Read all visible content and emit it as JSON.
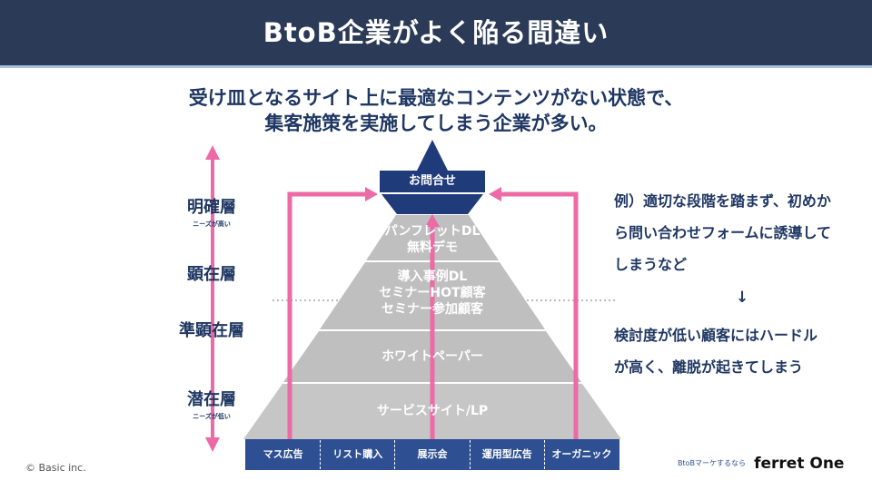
{
  "header": {
    "title": "BtoB企業がよく陥る間違い"
  },
  "subtitle": {
    "line1": "受け皿となるサイト上に最適なコンテンツがない状態で、",
    "line2": "集客施策を実施してしまう企業が多い。"
  },
  "layers": [
    {
      "label": "明確層",
      "note": "ニーズが高い"
    },
    {
      "label": "顕在層",
      "note": ""
    },
    {
      "label": "準顕在層",
      "note": ""
    },
    {
      "label": "潜在層",
      "note": "ニーズが低い"
    }
  ],
  "pyramid": {
    "top": "お問合せ",
    "tiers": [
      {
        "lines": [
          "パンフレットDL",
          "無料デモ"
        ]
      },
      {
        "lines": [
          "導入事例DL",
          "セミナーHOT顧客",
          "セミナー参加顧客"
        ]
      },
      {
        "lines": [
          "ホワイトペーパー"
        ]
      },
      {
        "lines": [
          "サービスサイト/LP"
        ]
      }
    ]
  },
  "channels": [
    "マス広告",
    "リスト購入",
    "展示会",
    "運用型広告",
    "オーガニック"
  ],
  "right_note": {
    "line1": "例）適切な段階を踏まず、初めか",
    "line2": "ら問い合わせフォームに誘導して",
    "line3": "しまうなど",
    "arrow": "↓",
    "line4": "検討度が低い顧客にはハードル",
    "line5": "が高く、離脱が起きてしまう"
  },
  "footer": {
    "copyright": "© Basic inc.",
    "brand_small": "BtoBマーケするなら",
    "brand_logo": "ferret One"
  },
  "colors": {
    "navy": "#2b3a57",
    "pyramid_top": "#1f3b7a",
    "pyramid_body": "#bfbfbf",
    "arrow_pink": "#ec6aa6",
    "text_navy": "#1f3763"
  }
}
